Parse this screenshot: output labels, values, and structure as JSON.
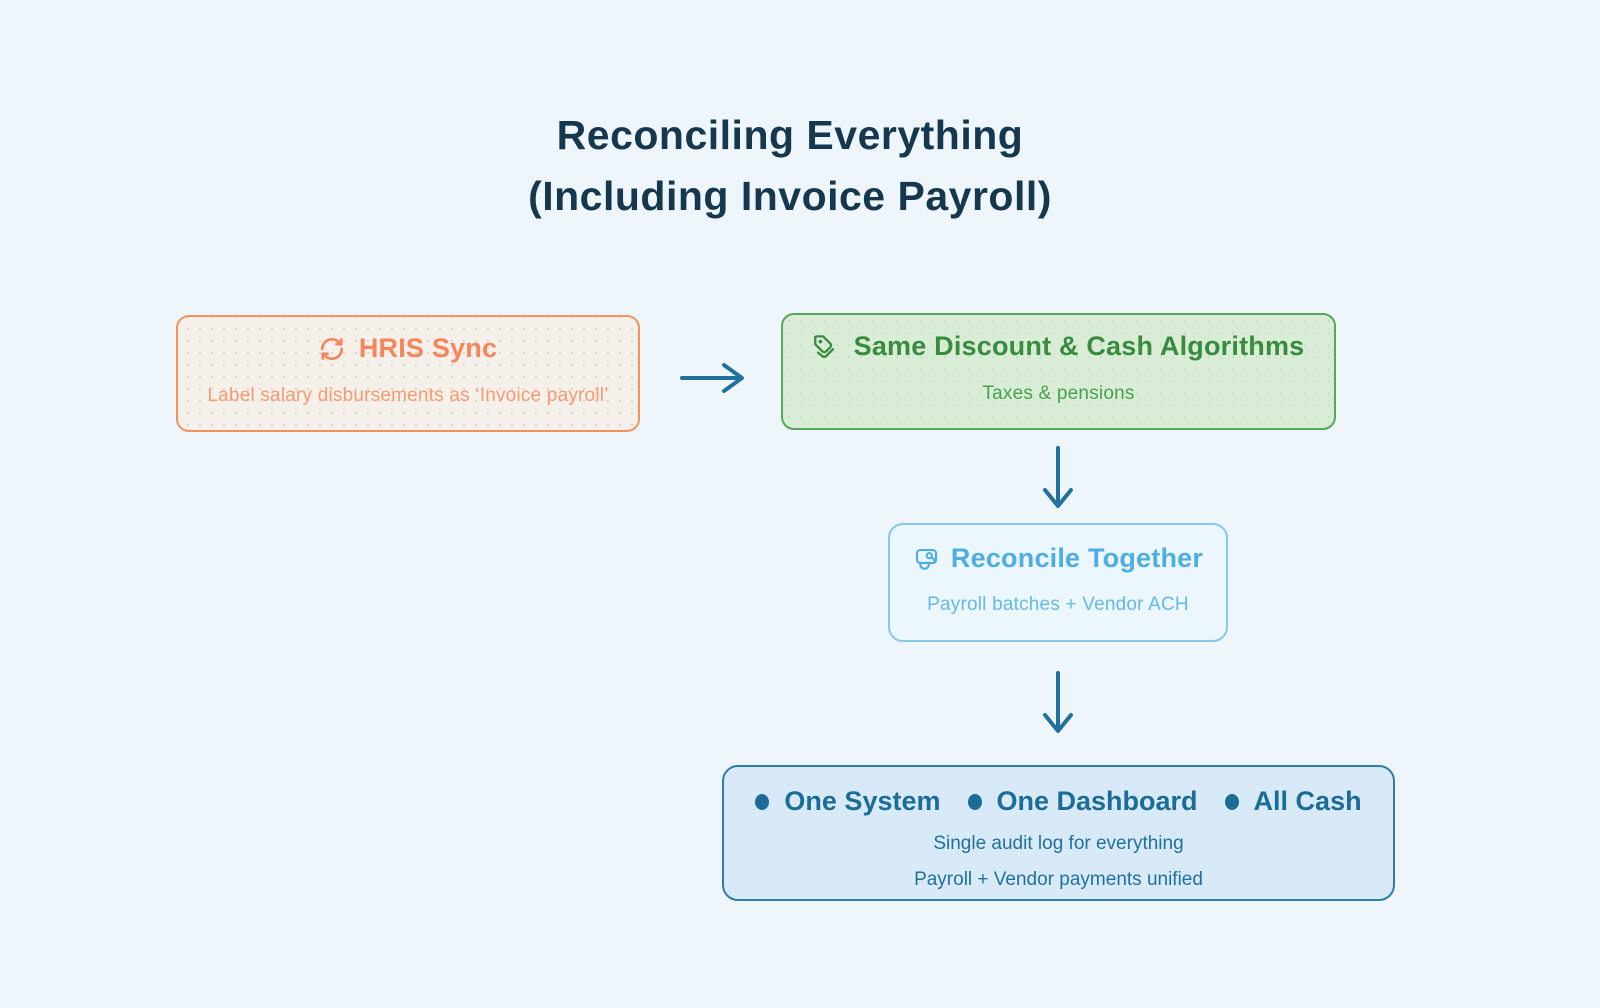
{
  "title": {
    "line1": "Reconciling Everything",
    "line2": "(Including Invoice Payroll)"
  },
  "nodes": {
    "hris": {
      "icon": "sync-icon",
      "title": "HRIS Sync",
      "subtitle": "Label salary disbursements as ‘Invoice payroll’"
    },
    "algorithms": {
      "icon": "tags-icon",
      "title": "Same Discount & Cash Algorithms",
      "subtitle": "Taxes & pensions"
    },
    "reconcile": {
      "icon": "wallet-icon",
      "title": "Reconcile Together",
      "subtitle": "Payroll batches + Vendor ACH"
    },
    "outcome": {
      "bullets": [
        "One System",
        "One Dashboard",
        "All Cash"
      ],
      "lines": [
        "Single audit log for everything",
        "Payroll + Vendor payments unified"
      ]
    }
  },
  "colors": {
    "background": "#eef6fc",
    "title_text": "#16384e",
    "orange_border": "#f2925e",
    "orange_text": "#f6855c",
    "orange_bg": "#f5f0ea",
    "green_border": "#55a95b",
    "green_text": "#398c3f",
    "green_bg": "#d8ecd6",
    "skyblue_border": "#85c8eb",
    "skyblue_text": "#4eaee2",
    "skyblue_bg": "#ecf7fd",
    "deepblue_border": "#2e7ea6",
    "deepblue_text": "#1b6c98",
    "deepblue_bg": "#d8eaf7",
    "arrow": "#20719e"
  }
}
